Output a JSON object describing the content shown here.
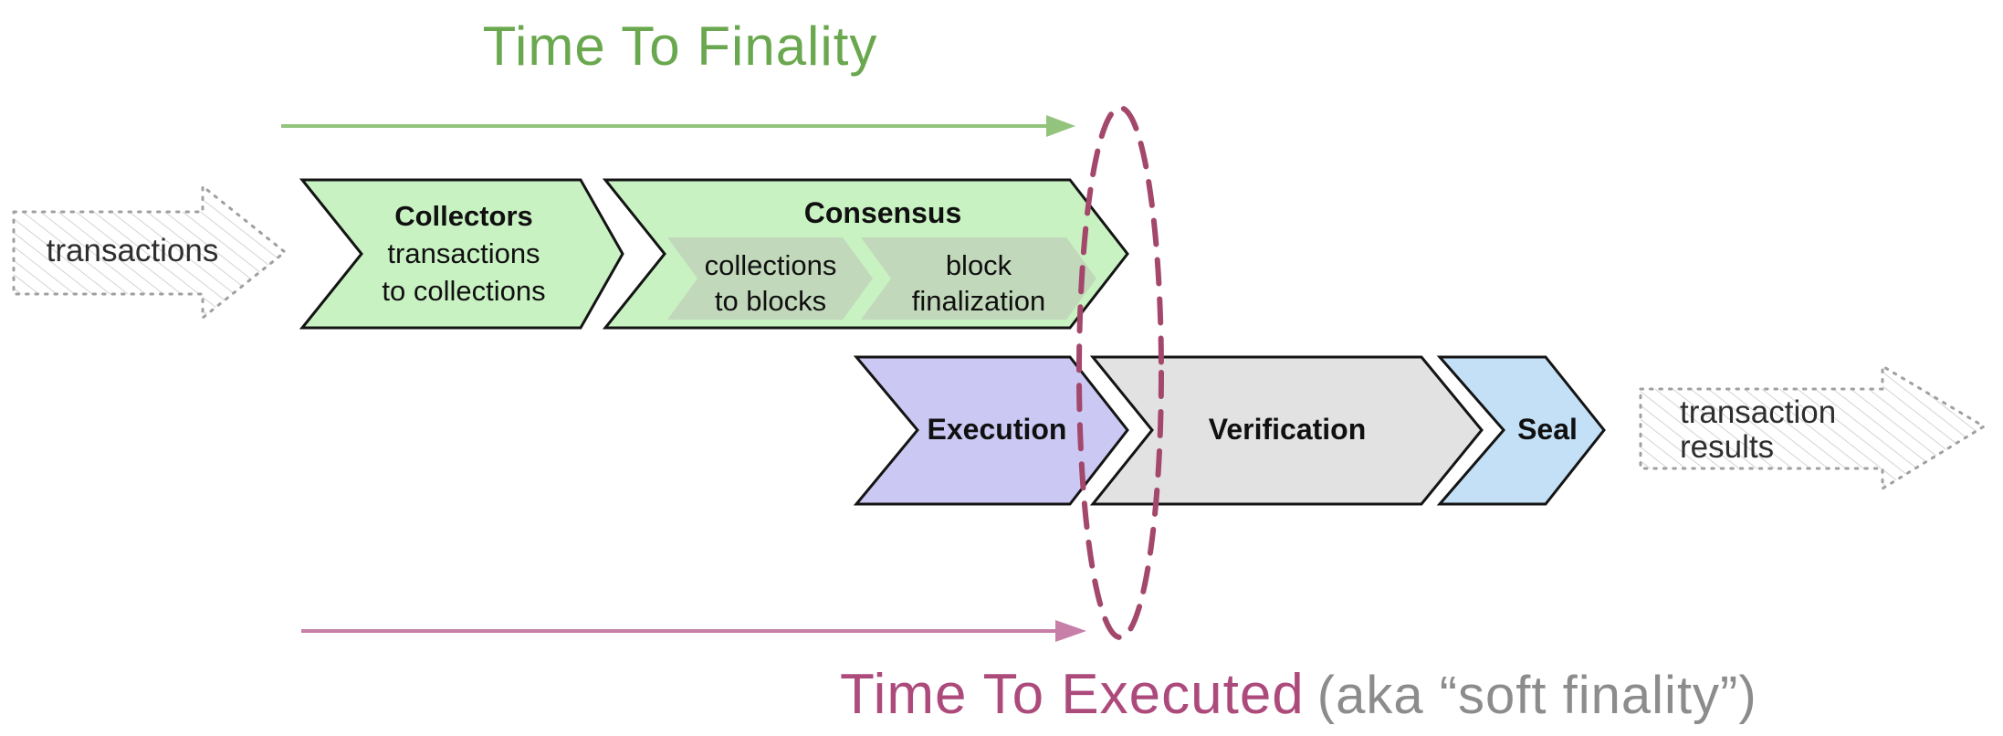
{
  "titles": {
    "finality": "Time To Finality",
    "executed": "Time To Executed",
    "executed_suffix": "(aka “soft finality”)"
  },
  "io": {
    "input_label": "transactions",
    "output_line1": "transaction",
    "output_line2": "results"
  },
  "stages": {
    "collectors": {
      "title": "Collectors",
      "line1": "transactions",
      "line2": "to collections"
    },
    "consensus": {
      "title": "Consensus",
      "collections_to_blocks": {
        "line1": "collections",
        "line2": "to blocks"
      },
      "block_finalization": {
        "line1": "block",
        "line2": "finalization"
      }
    },
    "execution": {
      "title": "Execution"
    },
    "verification": {
      "title": "Verification"
    },
    "seal": {
      "title": "Seal"
    }
  },
  "colors": {
    "finality_title": "#6aa84f",
    "finality_arrow": "#93c47d",
    "executed_title": "#ad4a7c",
    "executed_arrow": "#c77fa8",
    "boundary_ellipse": "#a3476b",
    "stage_green": "#c9f2c3",
    "stage_subgreen": "#c1d8ba",
    "stage_lavender": "#cbc9f3",
    "stage_gray": "#e2e2e2",
    "stage_blue": "#c3e0f6",
    "suffix_gray": "#8c8c8c",
    "hatch_line": "#c9c9c9",
    "hatch_border": "#a0a0a0"
  }
}
